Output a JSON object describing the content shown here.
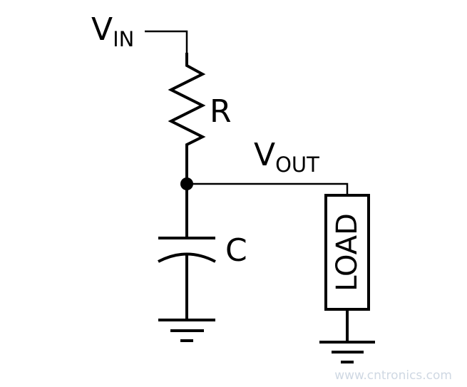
{
  "labels": {
    "vin_main": "V",
    "vin_sub": "IN",
    "resistor": "R",
    "vout_main": "V",
    "vout_sub": "OUT",
    "capacitor": "C",
    "load": "LOAD"
  },
  "watermark": "www.cntronics.com"
}
